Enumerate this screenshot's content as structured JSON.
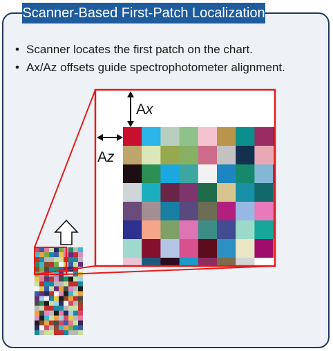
{
  "title": "Scanner-Based First-Patch Localization",
  "bullets": [
    "Scanner locates the first patch on the chart.",
    "Ax/Az offsets guide spectrophotometer alignment."
  ],
  "labels": {
    "ax_prefix": "A",
    "ax_suffix": "x",
    "az_prefix": "A",
    "az_suffix": "z"
  },
  "colors": {
    "title_bg": "#1f5c9e",
    "panel_bg": "#eef1f5",
    "panel_border": "#1f3a5c",
    "highlight": "#e31b1b",
    "first_patch": "#c8102e"
  },
  "zoom_grid_colors": [
    [
      "#c8102e",
      "#2bb5e8",
      "#b8cfc0",
      "#8fc18a",
      "#f5c2d0",
      "#b8954a",
      "#0b8f8c",
      "#9a2c63",
      "#2e3f8c"
    ],
    [
      "#bda56b",
      "#dde6b8",
      "#97a84f",
      "#86b164",
      "#cc6b8a",
      "#c2c2c2",
      "#14304f",
      "#e9a9b4",
      "#f47d27"
    ],
    [
      "#1c0e12",
      "#2c8f54",
      "#1ba7e0",
      "#3da6a0",
      "#f2f2f2",
      "#1d86c0",
      "#16896c",
      "#82b7d6",
      "#0c1a13"
    ],
    [
      "#d0d5d9",
      "#1aafc0",
      "#6a2546",
      "#7e356c",
      "#1e6c4a",
      "#d8c48d",
      "#178fa7",
      "#11696c",
      "#6a7a4e"
    ],
    [
      "#6b4a7c",
      "#a38f91",
      "#167fa2",
      "#584a7c",
      "#6c6c54",
      "#b2207f",
      "#97b8e4",
      "#e879ba",
      "#5c8c3c"
    ],
    [
      "#2d3190",
      "#f5a68a",
      "#80a06a",
      "#df74b4",
      "#3d8c86",
      "#414c92",
      "#9bdac9",
      "#16a69a",
      "#4e6c8c"
    ],
    [
      "#9fd8cc",
      "#85102e",
      "#b4c4e4",
      "#d8508e",
      "#5c0c1c",
      "#2d90c2",
      "#ebe6c4",
      "#a00c6c",
      "#f5b91a"
    ],
    [
      "#e8c4d4",
      "#1c5a7c",
      "#2c0c1e",
      "#1a9ac8",
      "#8c2c60",
      "#7e6c4c",
      "#d4d4d4",
      "#ffffff",
      "#ffffff"
    ]
  ],
  "mini_chart_colors": [
    "#d04a6a",
    "#2a8a5c",
    "#e8c84a",
    "#3a5caa",
    "#b8b8b8",
    "#1c1c1c",
    "#e87a9c",
    "#46b6c8",
    "#8a4a2c",
    "#c8e0a0",
    "#6a2a7a",
    "#f0a040",
    "#2a2a5a",
    "#a0d0e8",
    "#c03030",
    "#7aaa4a",
    "#f4f4f4",
    "#4a4a4a",
    "#d890c0",
    "#1a8aa0"
  ]
}
